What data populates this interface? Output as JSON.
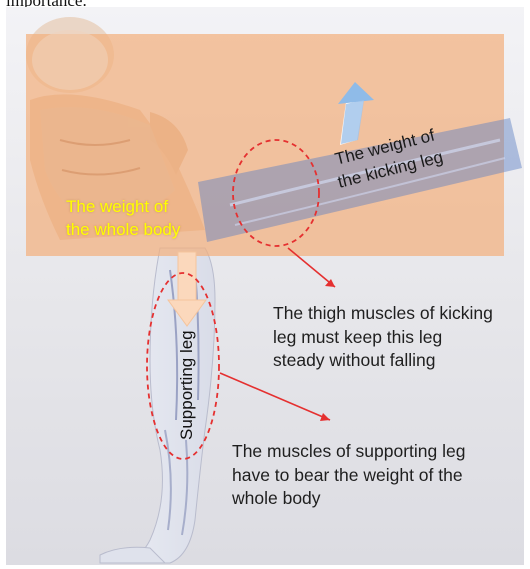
{
  "caption": {
    "text": "importance."
  },
  "labels": {
    "whole_body_weight": [
      "The weight of",
      "the whole body"
    ],
    "kicking_leg_weight": [
      "The weight of",
      "the kicking leg"
    ],
    "supporting_leg": "Supporting leg",
    "thigh_note": [
      "The thigh muscles of kicking",
      "leg must keep this leg",
      "steady without falling"
    ],
    "support_note": [
      "The muscles of supporting leg",
      "have to bear the weight of the",
      "whole body"
    ]
  },
  "colors": {
    "body_zone": "#f2b07e",
    "kicking_leg_band": "#5a7fc4",
    "label_yellow": "#ffff00",
    "annotation_red": "#e53030",
    "arrow_blue": "#6fa8e0",
    "arrow_peach": "#fbd8bc"
  }
}
